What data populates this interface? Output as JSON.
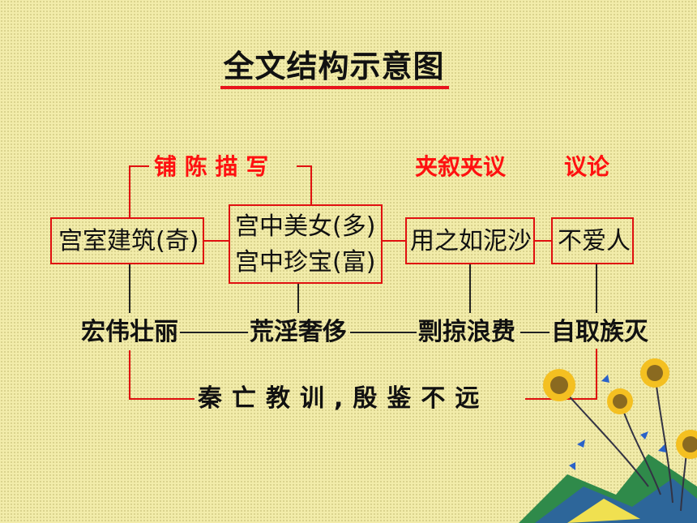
{
  "title": "全文结构示意图",
  "labels": {
    "pu_chen": "铺 陈 描 写",
    "jia_xu": "夹叙夹议",
    "yi_lun": "议论"
  },
  "boxes": {
    "gong_shi": "宫室建筑(奇)",
    "mei_nv": "宫中美女(多)",
    "zhen_bao": "宫中珍宝(富)",
    "yong_zhi": "用之如泥沙",
    "bu_ai": "不爱人"
  },
  "row": {
    "hong_wei": "宏伟壮丽",
    "huang_yin": "荒淫奢侈",
    "piao_lue": "剽掠浪费",
    "zi_qu": "自取族灭"
  },
  "bottom": "秦亡教训,殷鉴不远",
  "colors": {
    "background": "#f2ecaa",
    "accent_red": "#e01010",
    "text": "#111111"
  },
  "icons": {
    "decoration": "sunflower-cluster-icon"
  }
}
